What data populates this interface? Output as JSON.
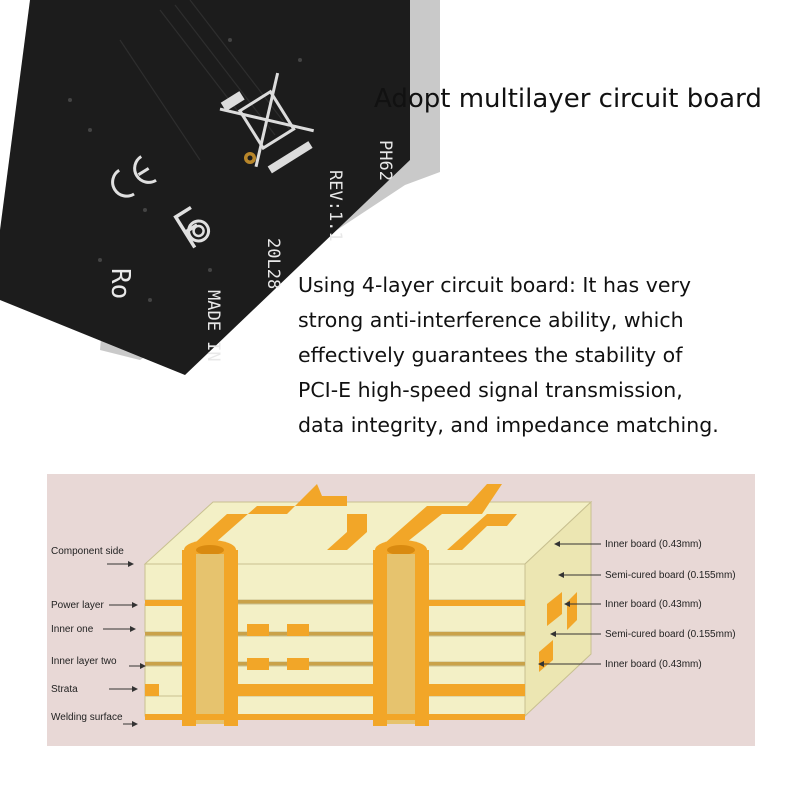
{
  "headline": "Adopt multilayer circuit board",
  "description_lines": [
    "Using 4-layer circuit board: It has very",
    "strong anti-interference ability, which",
    "effectively guarantees the stability of",
    "PCI-E high-speed signal transmission,",
    "data integrity, and impedance matching."
  ],
  "board_print": {
    "model": "PH62",
    "revision": "REV:1.1",
    "date_code": "20L28",
    "made_in": "MADE IN",
    "partial_mark": "Ro"
  },
  "certification_icons": [
    "weee-crossed-bin-icon",
    "ce-mark-icon",
    "fcc-mark-icon"
  ],
  "left_labels": [
    "Component side",
    "Power layer",
    "Inner one",
    "Inner layer two",
    "Strata",
    "Welding surface"
  ],
  "right_labels": [
    "Inner board (0.43mm)",
    "Semi-cured board (0.155mm)",
    "Inner board (0.43mm)",
    "Semi-cured board (0.155mm)",
    "Inner board (0.43mm)"
  ],
  "colors": {
    "board_black": "#1a1a1a",
    "copper": "#f2a628",
    "substrate": "#f3f0c6",
    "panel_bg": "#e8d8d6"
  }
}
